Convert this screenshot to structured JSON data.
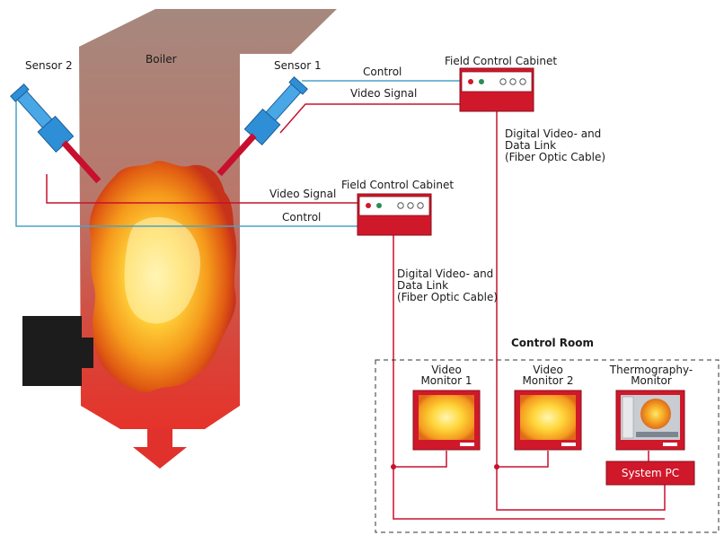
{
  "labels": {
    "boiler": "Boiler",
    "sensor1": "Sensor 1",
    "sensor2": "Sensor 2",
    "control_top": "Control",
    "video_top": "Video Signal",
    "cabinet_top": "Field Control Cabinet",
    "link_top": [
      "Digital Video- and",
      "Data Link",
      "(Fiber Optic Cable)"
    ],
    "video_mid": "Video Signal",
    "control_mid": "Control",
    "cabinet_mid": "Field Control Cabinet",
    "link_mid": [
      "Digital Video- and",
      "Data Link",
      "(Fiber Optic Cable)"
    ],
    "control_room": "Control Room",
    "monitor1": [
      "Video",
      "Monitor 1"
    ],
    "monitor2": [
      "Video",
      "Monitor 2"
    ],
    "thermo": [
      "Thermography-",
      "Monitor"
    ],
    "system_pc": "System PC"
  },
  "colors": {
    "cable_red": "#c8102e",
    "cable_blue": "#4aa3c8",
    "sensor_blue": "#2f8fd6",
    "cabinet_red": "#d0182b",
    "boiler_top": "#a6887e",
    "boiler_bottom": "#e5332a",
    "furnace_block": "#1c1c1c"
  }
}
